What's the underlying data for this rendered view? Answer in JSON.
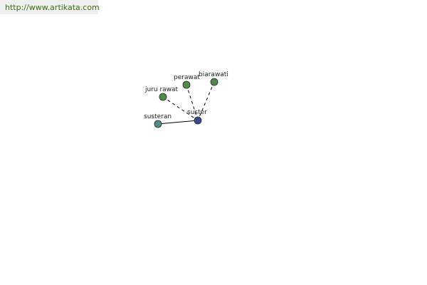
{
  "source": {
    "url_text": "http://www.artikata.com",
    "color": "#3d6f12"
  },
  "graph": {
    "center": {
      "id": "suster",
      "label": "suster",
      "color": "#3c4a8a"
    },
    "nodes": [
      {
        "id": "susteran",
        "label": "susteran",
        "color": "#4a8f8a",
        "relation": "solid"
      },
      {
        "id": "juru-rawat",
        "label": "juru rawat",
        "color": "#4f8a4a",
        "relation": "dashed"
      },
      {
        "id": "perawat",
        "label": "perawat",
        "color": "#4f8a4a",
        "relation": "dashed"
      },
      {
        "id": "biarawati",
        "label": "biarawati",
        "color": "#4f8a4a",
        "relation": "dashed"
      }
    ]
  }
}
